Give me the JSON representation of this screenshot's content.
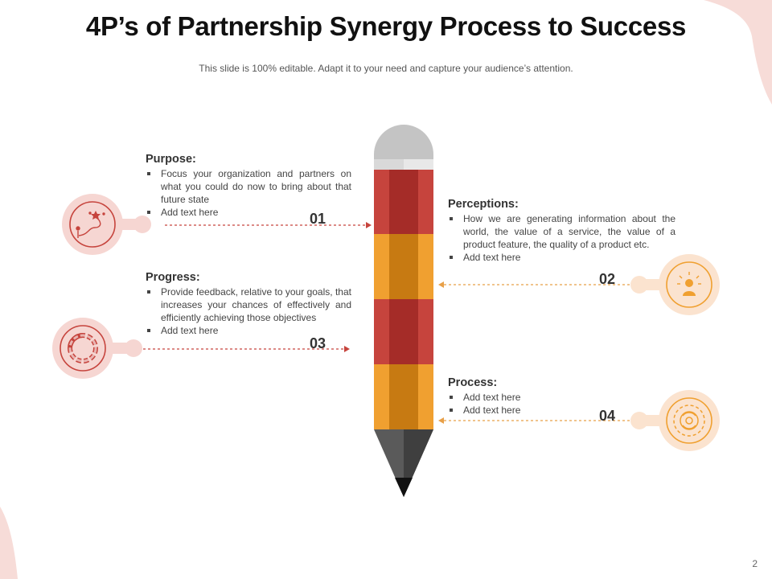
{
  "header": {
    "title": "4P’s of Partnership Synergy Process to Success",
    "subtitle": "This slide is 100% editable. Adapt it to your need and capture your audience’s attention."
  },
  "colors": {
    "red": "#c6443d",
    "dark_red": "#a52c28",
    "orange": "#f0a030",
    "dark_orange": "#c77a12",
    "pink_circle": "#f6d6d2",
    "peach_circle": "#fbe3cf",
    "eraser": "#c4c4c4",
    "graphite": "#4d4d4d"
  },
  "steps": [
    {
      "number": "01",
      "title": "Purpose:",
      "bullets": [
        "Focus your organization and partners on what you could do now to bring about that future state",
        "Add text here"
      ],
      "icon": "goal-path-icon"
    },
    {
      "number": "02",
      "title": "Perceptions:",
      "bullets": [
        "How we are generating information about the world, the value of a service, the value of a product feature, the quality of a product etc.",
        "Add text here"
      ],
      "icon": "person-idea-icon"
    },
    {
      "number": "03",
      "title": "Progress:",
      "bullets": [
        "Provide feedback, relative to your goals, that increases your chances of effectively and efficiently achieving those objectives",
        "Add text here"
      ],
      "icon": "progress-ring-icon"
    },
    {
      "number": "04",
      "title": "Process:",
      "bullets": [
        "Add text here",
        "Add text here"
      ],
      "icon": "gear-cycle-icon"
    }
  ],
  "footer": {
    "page_number": "2"
  }
}
